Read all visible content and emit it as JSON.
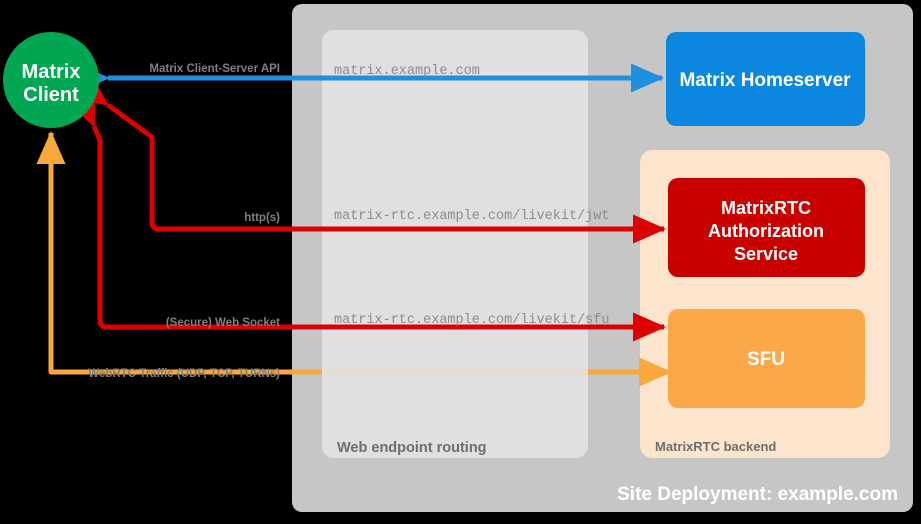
{
  "diagram": {
    "background_color": "#000000",
    "title": "Site Deployment: example.com",
    "nodes": {
      "client": {
        "label_line1": "Matrix",
        "label_line2": "Client",
        "color": "#00a651",
        "shape": "circle"
      },
      "homeserver": {
        "label": "Matrix Homeserver",
        "color": "#0b87e0",
        "shape": "rounded-rect"
      },
      "auth_service": {
        "label_line1": "MatrixRTC",
        "label_line2": "Authorization",
        "label_line3": "Service",
        "color": "#c80000",
        "shape": "rounded-rect"
      },
      "sfu": {
        "label": "SFU",
        "color": "#fba848",
        "shape": "rounded-rect"
      }
    },
    "groups": {
      "site": {
        "label": "Site Deployment: example.com",
        "color": "#c6c6c6"
      },
      "web_routing": {
        "label": "Web endpoint routing",
        "color": "#e4e4e4"
      },
      "rtc_backend": {
        "label": "MatrixRTC backend",
        "color": "#fce5cc"
      }
    },
    "endpoints": [
      {
        "name": "matrix-endpoint",
        "text": "matrix.example.com"
      },
      {
        "name": "jwt-endpoint",
        "text": "matrix-rtc.example.com/livekit/jwt"
      },
      {
        "name": "sfu-endpoint",
        "text": "matrix-rtc.example.com/livekit/sfu"
      }
    ],
    "connections": [
      {
        "name": "matrix-client-server-api",
        "label": "Matrix Client-Server API",
        "color": "#1f8fe0",
        "direction": "bidirectional"
      },
      {
        "name": "https-connection",
        "label": "http(s)",
        "color": "#dc0000",
        "direction": "bidirectional"
      },
      {
        "name": "websocket-connection",
        "label": "(Secure) Web Socket",
        "color": "#dc0000",
        "direction": "bidirectional"
      },
      {
        "name": "webrtc-connection",
        "label": "WebRTC Traffic (UDP, TCP, TURNs)",
        "color": "#faa83c",
        "direction": "bidirectional"
      }
    ]
  }
}
